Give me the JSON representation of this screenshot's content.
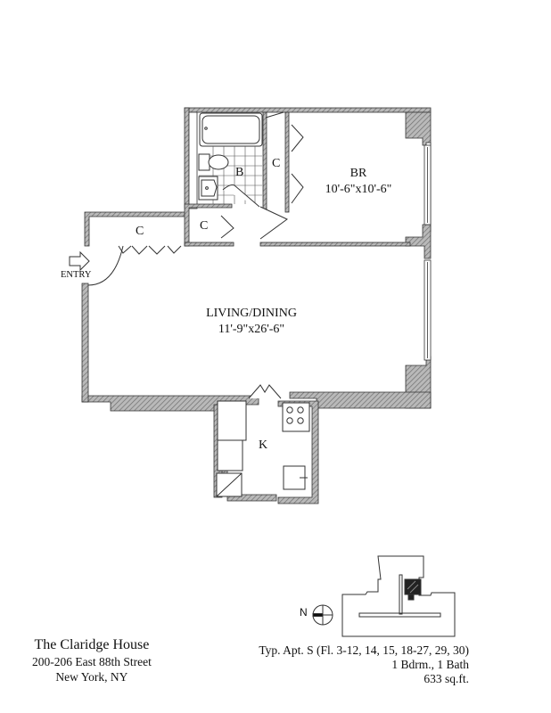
{
  "floor_plan": {
    "rooms": [
      {
        "id": "bedroom",
        "label": "BR",
        "dimensions": "10'-6\"x10'-6\""
      },
      {
        "id": "living",
        "label": "LIVING/DINING",
        "dimensions": "11'-9\"x26'-6\""
      },
      {
        "id": "kitchen",
        "label": "K"
      },
      {
        "id": "bath",
        "label": "B"
      },
      {
        "id": "closet-bedroom",
        "label": "C"
      },
      {
        "id": "closet-hall",
        "label": "C"
      },
      {
        "id": "closet-entry",
        "label": "C"
      }
    ],
    "entry_label": "ENTRY"
  },
  "key_plan": {
    "north_label": "N"
  },
  "building": {
    "name": "The Claridge House",
    "address": "200-206 East 88th Street",
    "city": "New York, NY"
  },
  "unit": {
    "type_line": "Typ. Apt. S (Fl. 3-12, 14, 15, 18-27, 29, 30)",
    "rooms_line": "1 Bdrm., 1 Bath",
    "area_line": "633 sq.ft."
  },
  "colors": {
    "wall": "#8a8a8a",
    "line": "#222222",
    "background": "#ffffff"
  }
}
